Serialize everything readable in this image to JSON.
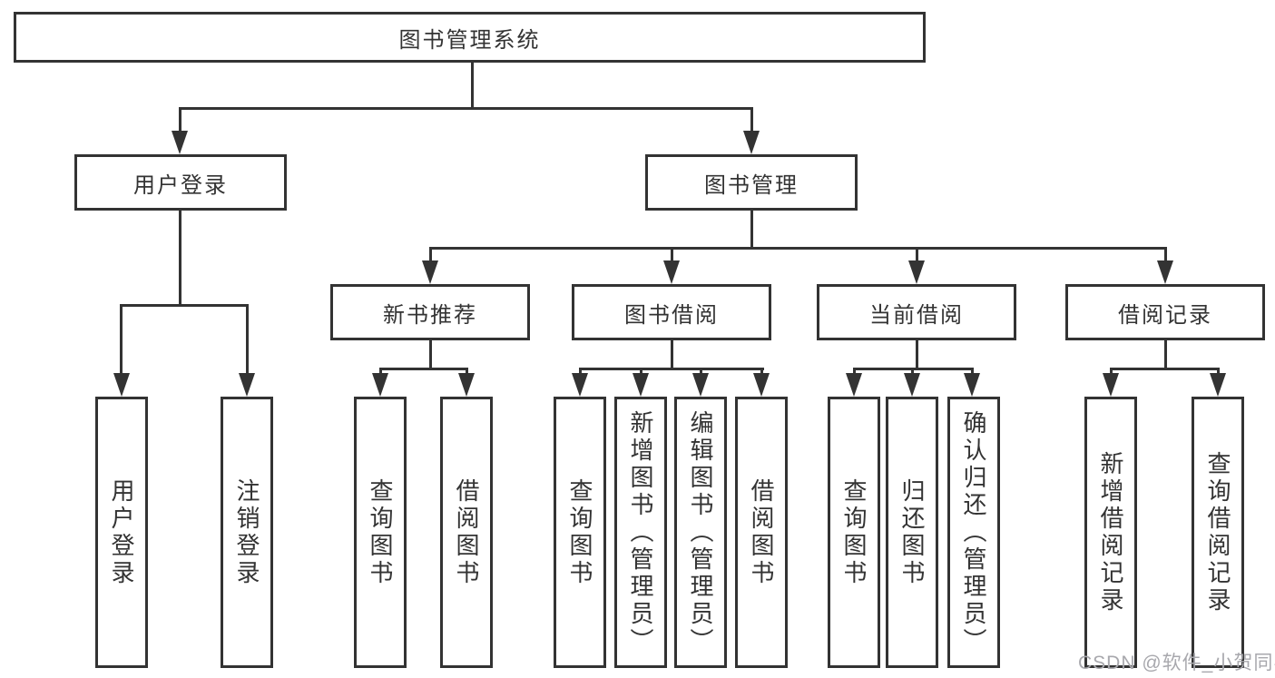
{
  "colors": {
    "line": "#333333",
    "node_border": "#333333",
    "node_text": "#333333",
    "background": "#ffffff",
    "watermark_text": "#a8a8ad"
  },
  "diagram": {
    "root": "图书管理系统",
    "level2": [
      "用户登录",
      "图书管理"
    ],
    "level3": [
      "新书推荐",
      "图书借阅",
      "当前借阅",
      "借阅记录"
    ],
    "leaves": [
      "用户登录",
      "注销登录",
      "查询图书",
      "借阅图书",
      "查询图书",
      "新增图书（管理员）",
      "编辑图书（管理员）",
      "借阅图书",
      "查询图书",
      "归还图书",
      "确认归还（管理员）",
      "新增借阅记录",
      "查询借阅记录"
    ]
  },
  "watermark": "CSDN @软件_小贺同学"
}
